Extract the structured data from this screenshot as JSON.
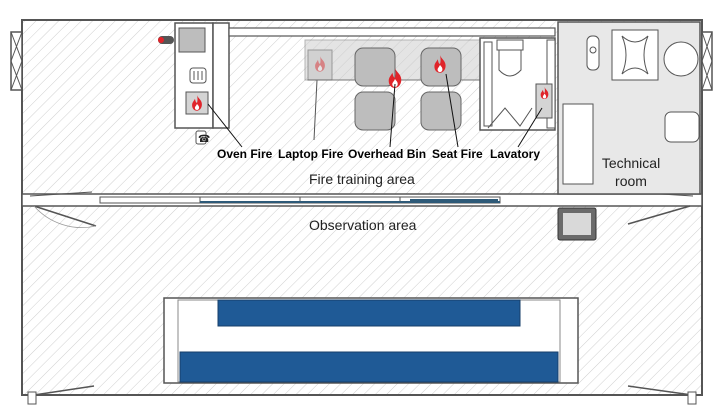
{
  "labels": {
    "oven_fire": "Oven Fire",
    "laptop_fire": "Laptop Fire",
    "overhead_bin": "Overhead Bin",
    "seat_fire": "Seat Fire",
    "lavatory": "Lavatory",
    "fire_training_area": "Fire training area",
    "observation_area": "Observation area",
    "technical_room_line1": "Technical",
    "technical_room_line2": "room"
  },
  "icons": [
    "fire-icon",
    "fire-extinguisher-icon",
    "trash-bin-icon",
    "telephone-icon",
    "toilet-icon",
    "fan-icon",
    "monitor-icon"
  ],
  "colors": {
    "fire": "#e0242a",
    "seating": "#1f5a96",
    "wall": "#555555",
    "technical_room_fill": "#e8e8e8",
    "equipment_fill": "#c9c9c9"
  }
}
